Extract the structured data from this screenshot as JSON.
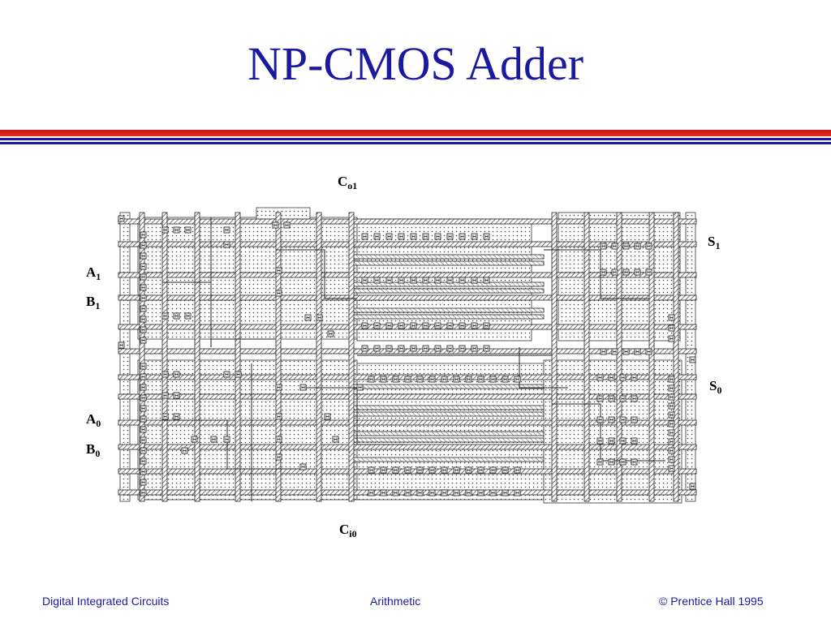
{
  "slide": {
    "title": "NP-CMOS Adder",
    "accent_red": "#d01f1c",
    "accent_blue": "#1a1aa0",
    "title_color": "#1a1a9e"
  },
  "pins": {
    "co1": {
      "base": "C",
      "sub": "o1"
    },
    "s1": {
      "base": "S",
      "sub": "1"
    },
    "a1": {
      "base": "A",
      "sub": "1"
    },
    "b1": {
      "base": "B",
      "sub": "1"
    },
    "s0": {
      "base": "S",
      "sub": "0"
    },
    "a0": {
      "base": "A",
      "sub": "0"
    },
    "b0": {
      "base": "B",
      "sub": "0"
    },
    "ci0": {
      "base": "C",
      "sub": "i0"
    }
  },
  "footer": {
    "left": "Digital Integrated Circuits",
    "center": "Arithmetic",
    "right": "© Prentice Hall 1995"
  }
}
